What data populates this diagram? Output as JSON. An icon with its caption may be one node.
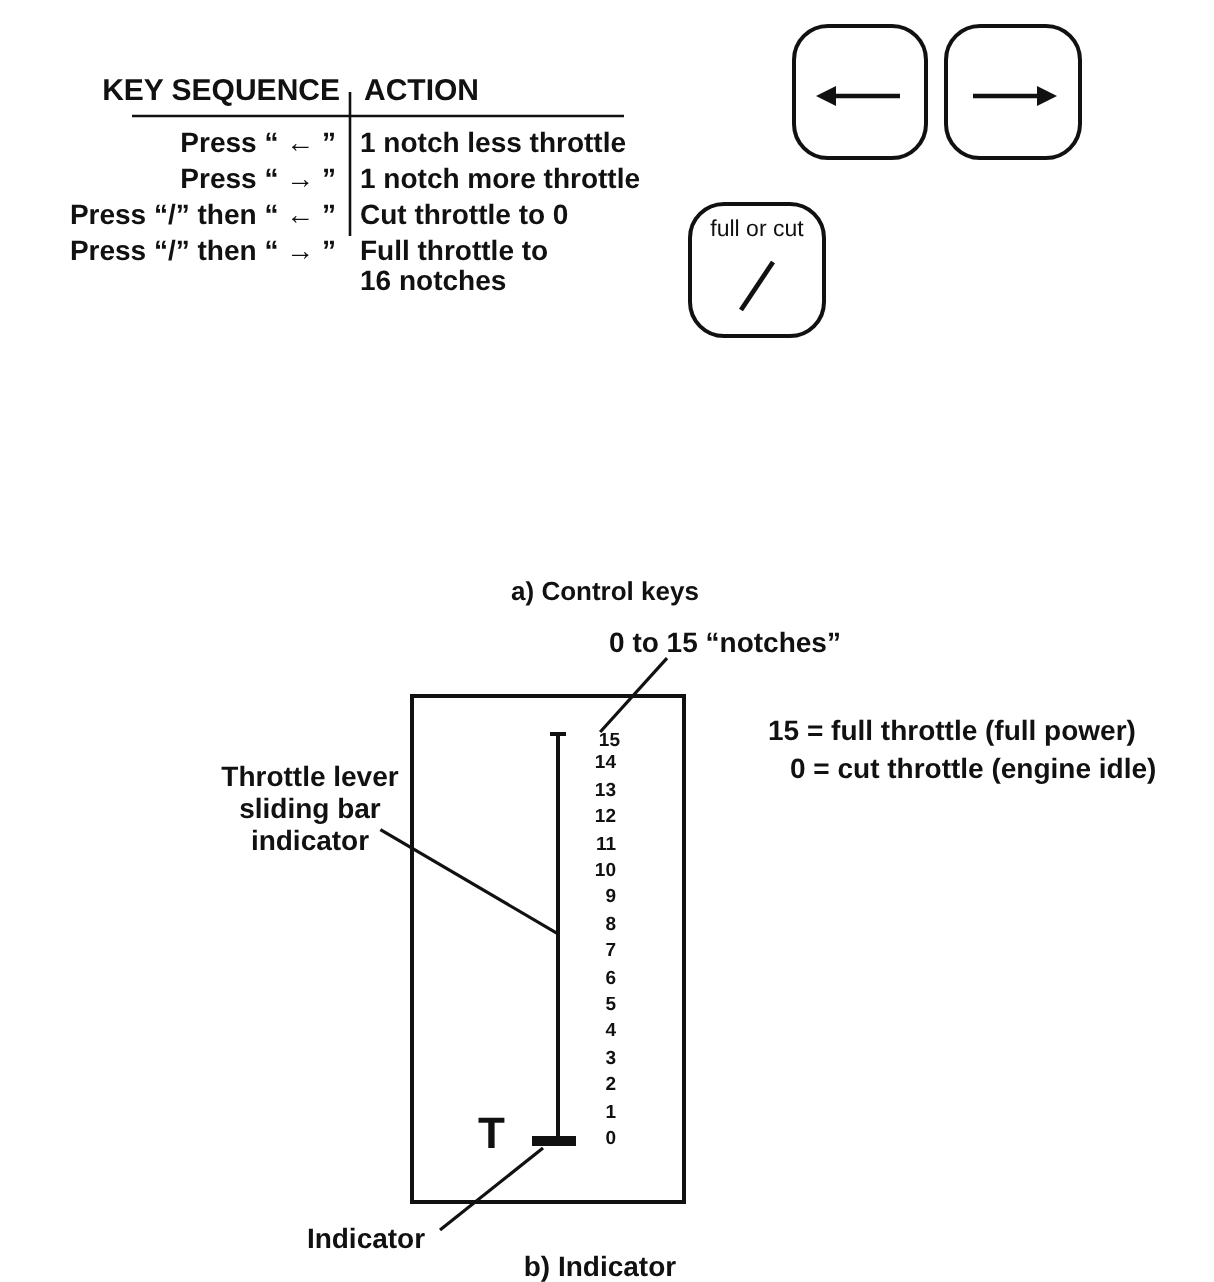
{
  "diagram": {
    "nodes": [
      {
        "text": [],
        "shape": "box"
      },
      {
        "text": [],
        "shape": "box"
      },
      {
        "text": [
          "full or cut"
        ]
      },
      {
        "text": [
          "0 to 15 “notches”"
        ]
      },
      {
        "text": [],
        "shape": "box"
      },
      {
        "text": [],
        "shape": "bar",
        "in": 4
      },
      {
        "text": [],
        "shape": "bar",
        "in": 4
      },
      {
        "text": [
          "Throttle lever sliding bar indicator"
        ]
      },
      {
        "text": [
          "Indicator"
        ]
      },
      {
        "text": [
          "15"
        ],
        "in": 4
      }
    ],
    "edges": [
      {
        "from": 3,
        "to": 9,
        "arrow": "none"
      },
      {
        "from": 7,
        "to": 5,
        "arrow": "none"
      },
      {
        "from": 8,
        "to": 6,
        "arrow": "none"
      }
    ],
    "labels": [
      "KEY SEQUENCE",
      "ACTION",
      "Press “ ← ”",
      "1 notch less throttle",
      "Press “ → ”",
      "1 notch more throttle",
      "Press “/” then “ ← ”",
      "Cut throttle to 0",
      "Press “/” then “ → ”",
      "Full throttle to 16 notches",
      "a) Control keys",
      "14",
      "13",
      "12",
      "11",
      "10",
      "9",
      "8",
      "7",
      "6",
      "5",
      "4",
      "3",
      "2",
      "1",
      "0",
      "T",
      "15 = full throttle (full power)",
      "0 = cut throttle (engine idle)",
      "b) Indicator"
    ]
  }
}
